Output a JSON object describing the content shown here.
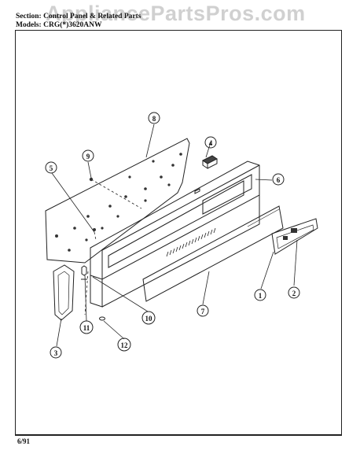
{
  "header": {
    "section_label": "Section:",
    "section_value": "Control Panel & Related Parts",
    "models_label": "Models:",
    "models_value": "CRG(*)3620ANW"
  },
  "watermark": "AppliancePartsPros.com",
  "footer": {
    "date": "6/91"
  },
  "callouts": [
    "1",
    "2",
    "3",
    "4",
    "5",
    "6",
    "7",
    "8",
    "9",
    "10",
    "11",
    "12"
  ],
  "colors": {
    "line": "#222222",
    "watermark": "#969696"
  }
}
